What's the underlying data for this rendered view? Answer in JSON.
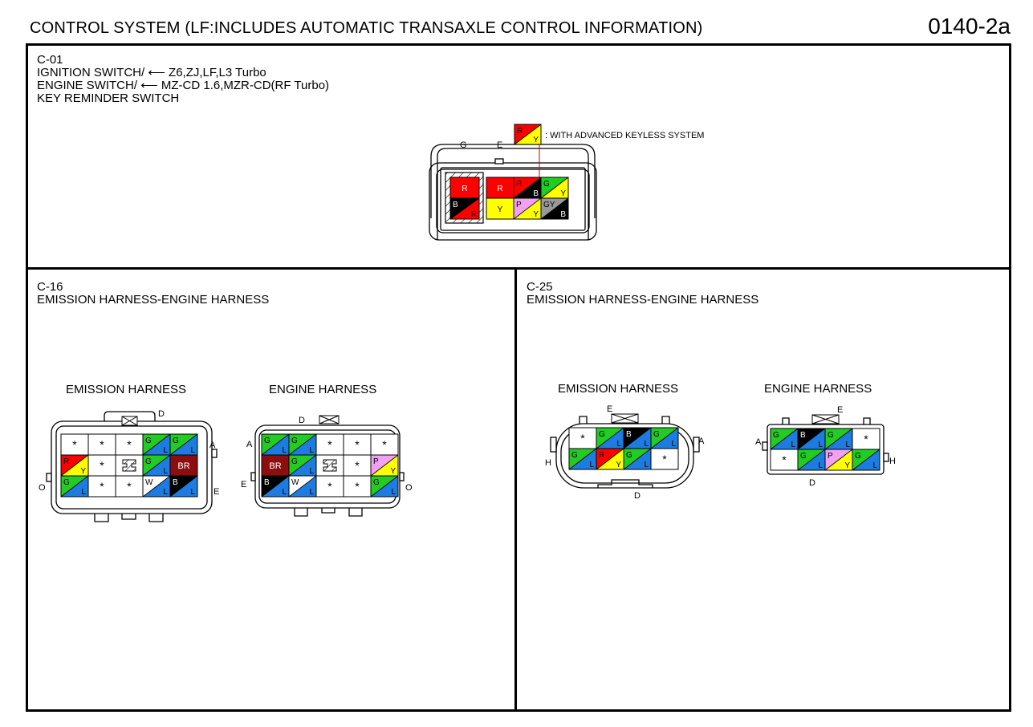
{
  "header": {
    "title": "CONTROL SYSTEM (LF:INCLUDES AUTOMATIC TRANSAXLE CONTROL INFORMATION)",
    "code": "0140-2a"
  },
  "colors": {
    "R": "#ff0000",
    "Y": "#ffff00",
    "G": "#22cc22",
    "L": "#1e7be0",
    "B": "#000000",
    "W": "#ffffff",
    "P": "#f2a0f2",
    "GY": "#999999",
    "BR": "#8b0f0f"
  },
  "c01": {
    "id": "C-01",
    "line1": "IGNITION SWITCH/",
    "line1_note": "Z6,ZJ,LF,L3 Turbo",
    "line2": "ENGINE SWITCH/",
    "line2_note": "MZ-CD 1.6,MZR-CD(RF Turbo)",
    "line3": "KEY REMINDER SWITCH",
    "note": ": WITH ADVANCED KEYLESS SYSTEM",
    "lbl_g": "G",
    "lbl_e": "E"
  },
  "c16": {
    "id": "C-16",
    "name": "EMISSION HARNESS-ENGINE HARNESS",
    "left_title": "EMISSION HARNESS",
    "right_title": "ENGINE HARNESS",
    "left_labels": {
      "a": "A",
      "d": "D",
      "e": "E",
      "o": "O"
    },
    "right_labels": {
      "a": "A",
      "d": "D",
      "e": "E",
      "o": "O"
    }
  },
  "c25": {
    "id": "C-25",
    "name": "EMISSION HARNESS-ENGINE HARNESS",
    "left_title": "EMISSION HARNESS",
    "right_title": "ENGINE HARNESS",
    "left_labels": {
      "a": "A",
      "d": "D",
      "e": "E",
      "h": "H"
    },
    "right_labels": {
      "a": "A",
      "d": "D",
      "e": "E",
      "h": "H"
    }
  },
  "pins": {
    "c01_hatched": [
      [
        "R"
      ],
      [
        "B",
        "R"
      ]
    ],
    "c01_main": [
      [
        [
          "R"
        ],
        [
          "R",
          "B"
        ],
        [
          "G",
          "Y"
        ]
      ],
      [
        [
          "Y"
        ],
        [
          "P",
          "Y"
        ],
        [
          "GY",
          "B"
        ]
      ]
    ],
    "c01_note_pin": [
      "R",
      "Y"
    ],
    "c16_emission": [
      [
        [
          "*"
        ],
        [
          "*"
        ],
        [
          "*"
        ],
        [
          "G",
          "L"
        ],
        [
          "G",
          "L"
        ]
      ],
      [
        [
          "R",
          "Y"
        ],
        [
          "*"
        ],
        [
          "#"
        ],
        [
          "G",
          "L"
        ],
        [
          "BR"
        ]
      ],
      [
        [
          "G",
          "L"
        ],
        [
          "*"
        ],
        [
          "*"
        ],
        [
          "W",
          "L"
        ],
        [
          "B",
          "L"
        ]
      ]
    ],
    "c16_engine": [
      [
        [
          "G",
          "L"
        ],
        [
          "G",
          "L"
        ],
        [
          "*"
        ],
        [
          "*"
        ],
        [
          "*"
        ]
      ],
      [
        [
          "BR"
        ],
        [
          "G",
          "L"
        ],
        [
          "#"
        ],
        [
          "*"
        ],
        [
          "P",
          "Y"
        ]
      ],
      [
        [
          "B",
          "L"
        ],
        [
          "W",
          "L"
        ],
        [
          "*"
        ],
        [
          "*"
        ],
        [
          "G",
          "L"
        ]
      ]
    ],
    "c25_emission": [
      [
        [
          "*"
        ],
        [
          "G",
          "L"
        ],
        [
          "B",
          "L"
        ],
        [
          "G",
          "L"
        ]
      ],
      [
        [
          "G",
          "L"
        ],
        [
          "R",
          "Y"
        ],
        [
          "G",
          "L"
        ],
        [
          "*"
        ]
      ]
    ],
    "c25_engine": [
      [
        [
          "G",
          "L"
        ],
        [
          "B",
          "L"
        ],
        [
          "G",
          "L"
        ],
        [
          "*"
        ]
      ],
      [
        [
          "*"
        ],
        [
          "G",
          "L"
        ],
        [
          "P",
          "Y"
        ],
        [
          "G",
          "L"
        ]
      ]
    ]
  }
}
